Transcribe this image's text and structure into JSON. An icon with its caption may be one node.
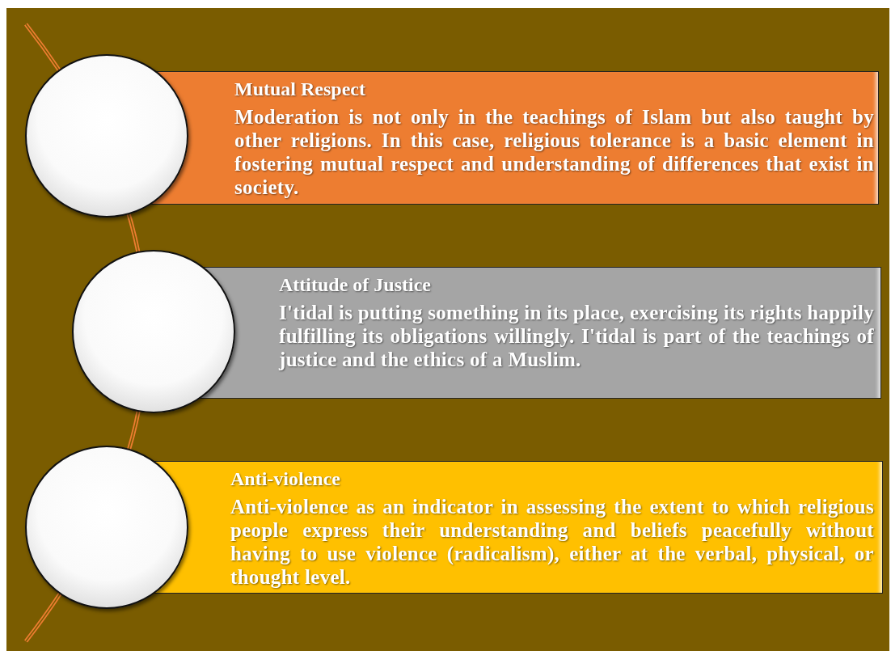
{
  "diagram": {
    "nodes": [
      {
        "text": [],
        "shape": "circle"
      },
      {
        "text": [
          "Mutual Respect",
          "Moderation is not only in the teachings of Islam but also taught by other religions. In this case, religious tolerance is a basic element in fostering mutual respect and understanding of differences that exist in society."
        ]
      },
      {
        "text": [],
        "shape": "circle"
      },
      {
        "text": [
          "Attitude of Justice",
          "I'tidal is putting something in its place, exercising its rights happily fulfilling its obligations willingly. I'tidal is part of the teachings of justice and the ethics of a Muslim."
        ]
      },
      {
        "text": [],
        "shape": "circle"
      },
      {
        "text": [
          "Anti-violence",
          "Anti-violence as an indicator in assessing the extent to which religious people express their understanding and beliefs peacefully without having to use violence (radicalism), either at the verbal, physical, or thought level."
        ]
      }
    ]
  }
}
